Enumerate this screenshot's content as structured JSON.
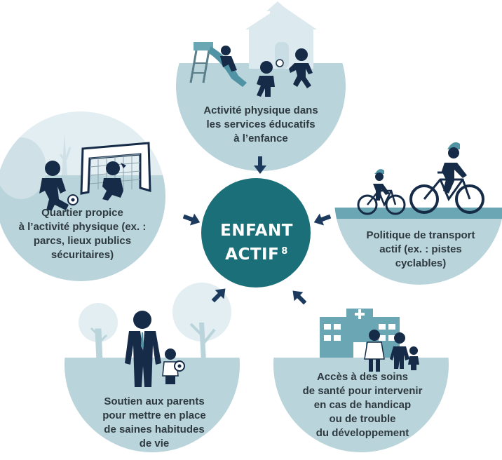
{
  "center": {
    "line1": "ENFANT",
    "line2": "ACTIF",
    "note": "8"
  },
  "nodes": {
    "top": {
      "lines": [
        "Activité physique dans",
        "les services éducatifs",
        "à l’enfance"
      ]
    },
    "left": {
      "lines": [
        "Quartier propice",
        "à l’activité physique (ex. :",
        "parcs, lieux publics",
        "sécuritaires)"
      ]
    },
    "right": {
      "lines": [
        "Politique de transport",
        "actif (ex. : pistes",
        "cyclables)"
      ]
    },
    "bottom_left": {
      "lines": [
        "Soutien aux parents",
        "pour mettre en place",
        "de saines habitudes",
        "de vie"
      ]
    },
    "bottom_right": {
      "lines": [
        "Accès à des soins",
        "de santé pour intervenir",
        "en cas de handicap",
        "ou de trouble",
        "du développement"
      ]
    }
  },
  "colors": {
    "hub": "#1a6f78",
    "arrow": "#1c3a5e",
    "ground": "#b9d4db",
    "sky": "#e3eef2",
    "figure": "#162b47"
  },
  "icons": {
    "top": "playground-school-icon",
    "left": "soccer-goal-icon",
    "right": "bicycles-icon",
    "bottom_left": "parent-child-trees-icon",
    "bottom_right": "hospital-family-icon"
  }
}
